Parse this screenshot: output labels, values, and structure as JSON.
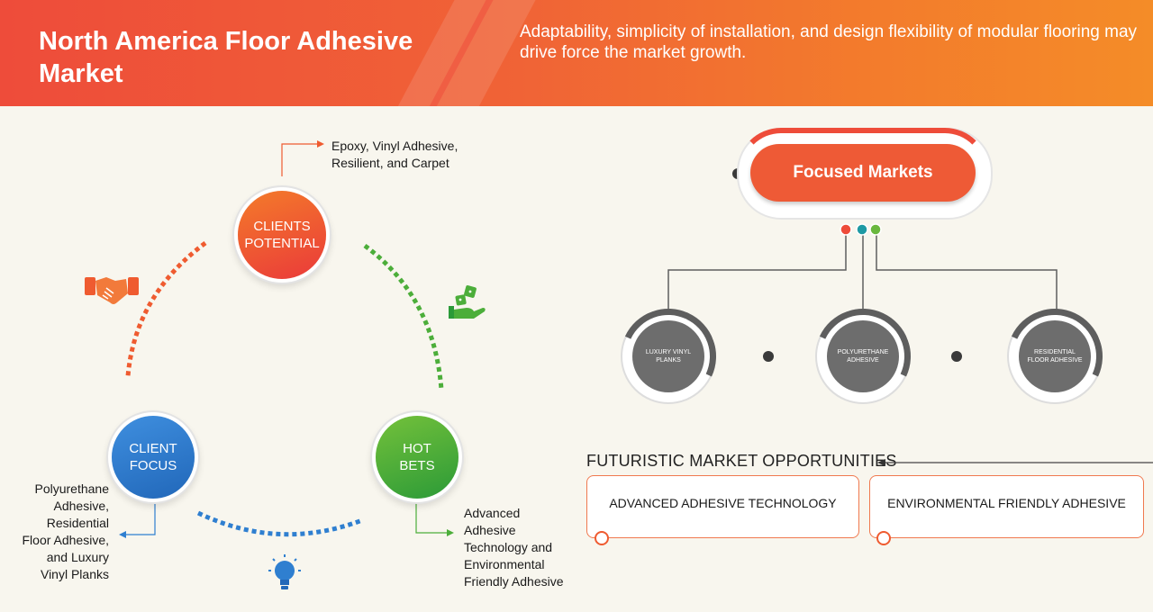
{
  "header": {
    "title": "North America Floor Adhesive Market",
    "subtitle": "Adaptability, simplicity of installation, and design flexibility of modular flooring may drive force the market growth."
  },
  "cycle": {
    "clients_potential": {
      "label_line1": "CLIENTS",
      "label_line2": "POTENTIAL",
      "annotation_line1": "Epoxy, Vinyl Adhesive,",
      "annotation_line2": "Resilient, and Carpet"
    },
    "client_focus": {
      "label_line1": "CLIENT",
      "label_line2": "FOCUS",
      "annotation_lines": [
        "Polyurethane",
        "Adhesive,",
        "Residential",
        "Floor Adhesive,",
        "and Luxury",
        "Vinyl Planks"
      ]
    },
    "hot_bets": {
      "label_line1": "HOT",
      "label_line2": "BETS",
      "annotation_lines": [
        "Advanced",
        "Adhesive",
        "Technology and",
        "Environmental",
        "Friendly Adhesive"
      ]
    },
    "icons": [
      "handshake-icon",
      "money-dice-icon",
      "lightbulb-icon"
    ]
  },
  "focused_markets": {
    "title": "Focused Markets",
    "items": [
      "LUXURY VINYL PLANKS",
      "POLYURETHANE ADHESIVE",
      "RESIDENTIAL FLOOR ADHESIVE"
    ]
  },
  "opportunities": {
    "heading": "FUTURISTIC MARKET OPPORTUNITIES",
    "items": [
      "ADVANCED ADHESIVE TECHNOLOGY",
      "ENVIRONMENTAL FRIENDLY ADHESIVE"
    ]
  },
  "colors": {
    "orange": "#ee5a36",
    "blue": "#2f7fd0",
    "green": "#4cae3a",
    "gray": "#6d6d6d"
  }
}
